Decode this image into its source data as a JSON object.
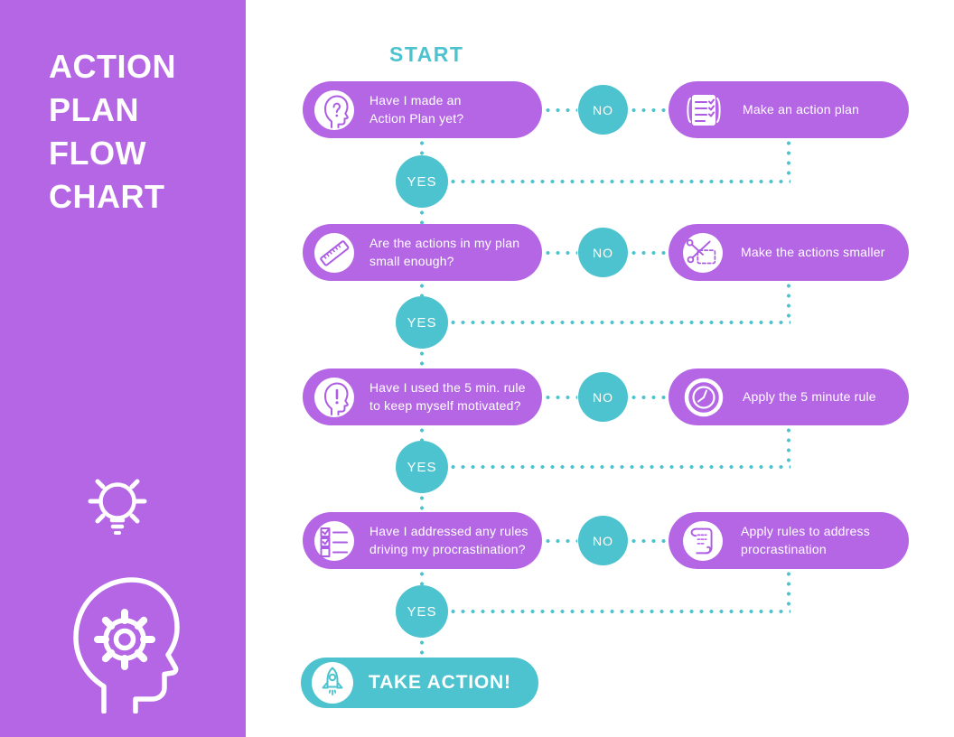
{
  "colors": {
    "purple": "#b466e5",
    "teal": "#4cc3ce",
    "white": "#ffffff",
    "icon_purple": "#ad5ce4"
  },
  "sidebar": {
    "title_lines": [
      "ACTION",
      "PLAN",
      "FLOW",
      "CHART"
    ],
    "icons": [
      "lightbulb-icon",
      "head-gear-icon"
    ]
  },
  "flow": {
    "start_label": "START",
    "yes_label": "YES",
    "rows": [
      {
        "question": "Have I made an\nAction Plan yet?",
        "question_icon": "head-question-icon",
        "no_label": "NO",
        "action": "Make an action plan",
        "action_icon": "task-list-icon"
      },
      {
        "question": "Are the actions in my plan\nsmall enough?",
        "question_icon": "ruler-icon",
        "no_label": "NO",
        "action": "Make the actions smaller",
        "action_icon": "scissors-icon"
      },
      {
        "question": "Have I used the 5 min. rule\nto keep myself motivated?",
        "question_icon": "head-exclamation-icon",
        "no_label": "NO",
        "action": "Apply the 5 minute rule",
        "action_icon": "clock-icon"
      },
      {
        "question": "Have I addressed any rules\ndriving my procrastination?",
        "question_icon": "checklist-icon",
        "no_label": "NO",
        "action": "Apply rules to address\nprocrastination",
        "action_icon": "scroll-icon"
      }
    ],
    "final": {
      "label": "TAKE ACTION!",
      "icon": "rocket-icon"
    }
  }
}
